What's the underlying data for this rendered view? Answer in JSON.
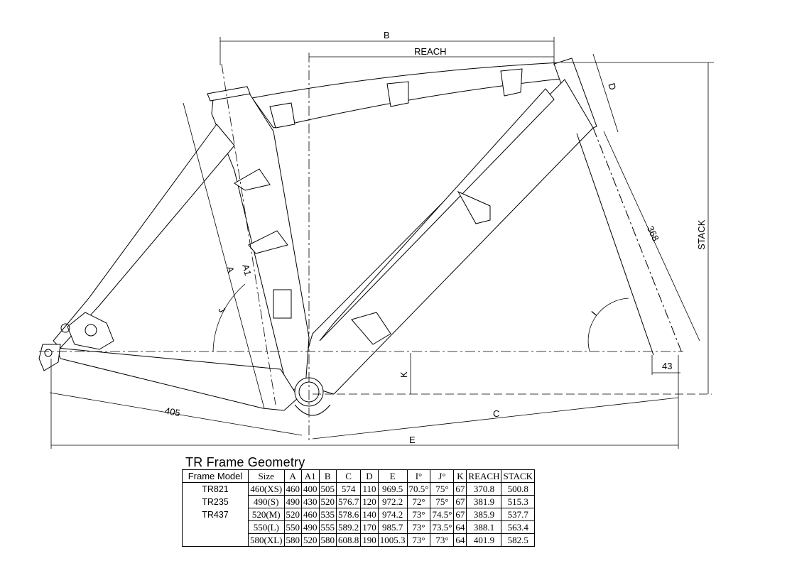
{
  "drawing": {
    "labels": {
      "B": "B",
      "reach": "REACH",
      "D": "D",
      "stack": "STACK",
      "fork_length": "368",
      "A": "A",
      "A1": "A1",
      "J": "J",
      "I": "I",
      "K": "K",
      "offset": "43",
      "chainstay": "405",
      "C": "C",
      "E": "E"
    }
  },
  "table": {
    "title": "TR Frame  Geometry",
    "headers": [
      "Frame Model",
      "Size",
      "A",
      "A1",
      "B",
      "C",
      "D",
      "E",
      "I°",
      "J°",
      "K",
      "REACH",
      "STACK"
    ],
    "models": [
      "TR821",
      "TR235",
      "TR437"
    ],
    "rows": [
      [
        "460(XS)",
        "460",
        "400",
        "505",
        "574",
        "110",
        "969.5",
        "70.5°",
        "75°",
        "67",
        "370.8",
        "500.8"
      ],
      [
        "490(S)",
        "490",
        "430",
        "520",
        "576.7",
        "120",
        "972.2",
        "72°",
        "75°",
        "67",
        "381.9",
        "515.3"
      ],
      [
        "520(M)",
        "520",
        "460",
        "535",
        "578.6",
        "140",
        "974.2",
        "73°",
        "74.5°",
        "67",
        "385.9",
        "537.7"
      ],
      [
        "550(L)",
        "550",
        "490",
        "555",
        "589.2",
        "170",
        "985.7",
        "73°",
        "73.5°",
        "64",
        "388.1",
        "563.4"
      ],
      [
        "580(XL)",
        "580",
        "520",
        "580",
        "608.8",
        "190",
        "1005.3",
        "73°",
        "73°",
        "64",
        "401.9",
        "582.5"
      ]
    ]
  }
}
